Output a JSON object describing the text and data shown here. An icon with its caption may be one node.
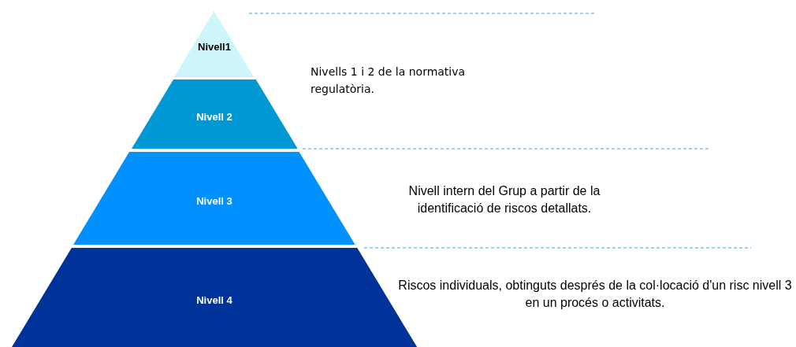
{
  "diagram": {
    "nodes": [
      {
        "text": [
          "Nivell1"
        ]
      },
      {
        "text": [
          "Nivell 2"
        ]
      },
      {
        "text": [
          "Nivell 3"
        ]
      },
      {
        "text": [
          "Nivell 4"
        ]
      }
    ],
    "labels": [
      "Nivells 1 i 2 de la normativa regulatòria.",
      "Nivell intern del Grup a partir de la identificació de riscos detallats.",
      "Riscos individuals, obtinguts després de la col·locació d'un risc nivell 3 en un procés o activitats."
    ]
  }
}
